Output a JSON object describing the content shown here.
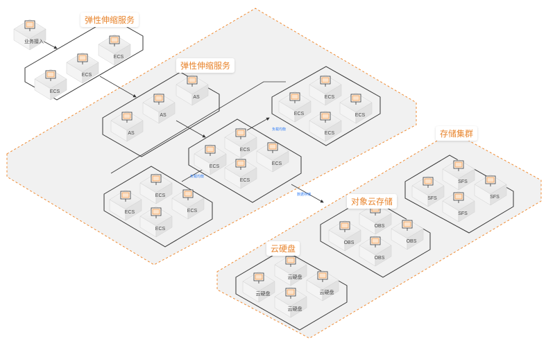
{
  "labels": {
    "user_access": "业务接入",
    "as_group_top": "弹性伸缩服务",
    "as_group_mid": "弹性伸缩服务",
    "storage_cluster": "存储集群",
    "object_storage": "对象云存储",
    "cloud_disk": "云硬盘",
    "flow_a": "负载均衡",
    "flow_b": "负载均衡",
    "flow_c": "数据存储"
  },
  "node_types": {
    "ecs": "ECS",
    "as": "AS",
    "sfs": "SFS",
    "obs": "OBS",
    "disk": "云硬盘"
  },
  "colors": {
    "accent": "#f08a30",
    "platform": "#ededed",
    "frame": "#3a3a3a",
    "link": "#2f7df6"
  }
}
